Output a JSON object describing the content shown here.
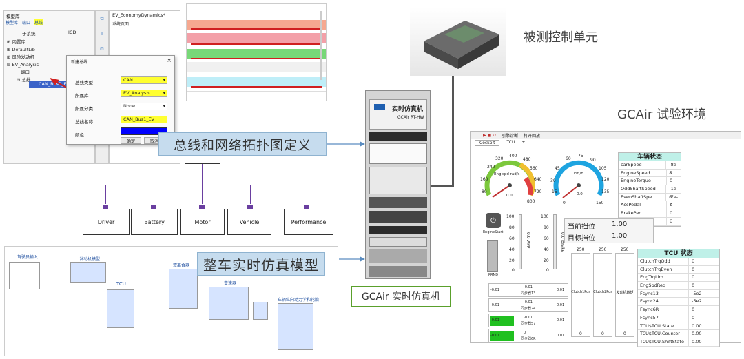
{
  "model_tree": {
    "title": "模型库",
    "tabs": [
      "模型库",
      "端口",
      "总线"
    ],
    "columns": [
      "子系统",
      "ICD"
    ],
    "items": [
      "内置库",
      "DefaultLib",
      "风险发动机",
      "EV_Analysis",
      "端口",
      "总线",
      "CAN_Bus1_EV"
    ]
  },
  "doc_tab": {
    "title": "EV_EconomyDynamics*",
    "subtitle": "系统页面"
  },
  "dialog": {
    "title": "新建总线",
    "fields": [
      {
        "label": "总线类型",
        "value": "CAN"
      },
      {
        "label": "所属库",
        "value": "EV_Analysis"
      },
      {
        "label": "所属分类",
        "value": "None"
      },
      {
        "label": "总线名称",
        "value": "CAN_Bus1_EV"
      },
      {
        "label": "颜色",
        "value": ""
      }
    ],
    "ok": "确定",
    "cancel": "取消"
  },
  "captions": {
    "topology": "总线和网络拓扑图定义",
    "model": "整车实时仿真模型",
    "gcair_machine": "GCAir 实时仿真机",
    "ecu": "被测控制单元",
    "env": "GCAir 试验环境"
  },
  "topology_nodes": [
    "Driver",
    "Battery",
    "Motor",
    "Vehicle",
    "Performance"
  ],
  "rack": {
    "brand": "实时仿真机",
    "model": "GCAir RT-HW"
  },
  "sim_model": {
    "blocks": [
      "驾驶员输入",
      "发动机模型",
      "TCU",
      "双离合器",
      "变速器",
      "车辆纵向动力学和轮胎"
    ]
  },
  "cockpit": {
    "tabs": [
      "Cockpit",
      "TCU"
    ],
    "toolbar": [
      "引擎诊断",
      "打开回放"
    ],
    "gauge1": {
      "label": "Englspd rad/s",
      "ticks": [
        "80",
        "160",
        "240",
        "320",
        "400",
        "480",
        "560",
        "640",
        "720",
        "800"
      ],
      "value": "0.0"
    },
    "gauge2": {
      "label": "km/h",
      "ticks": [
        "0",
        "15",
        "30",
        "45",
        "60",
        "75",
        "90",
        "105",
        "120",
        "135",
        "150"
      ],
      "value": "-0.0"
    },
    "vehicle_state": {
      "title": "车辆状态",
      "rows": [
        [
          "carSpeed",
          "-8e-8"
        ],
        [
          "EngineSpeed",
          "0"
        ],
        [
          "EngineTorque",
          "0"
        ],
        [
          "OddShaftSpeed",
          "-1e-6"
        ],
        [
          "EvenShaftSpe...",
          "-7e-7"
        ],
        [
          "AccPedal",
          "0"
        ],
        [
          "BrakePed",
          "0"
        ],
        [
          "PRNDout",
          "0"
        ]
      ]
    },
    "gear": {
      "current_label": "当前挡位",
      "current": "1.00",
      "target_label": "目标挡位",
      "target": "1.00"
    },
    "tcu_state": {
      "title": "TCU 状态",
      "rows": [
        [
          "ClutchTrqOdd",
          "0"
        ],
        [
          "ClutchTrqEven",
          "0"
        ],
        [
          "EngTrqLim",
          "0"
        ],
        [
          "EngSpdReq",
          "0"
        ],
        [
          "Fsync13",
          "-5e2"
        ],
        [
          "Fsync24",
          "-5e2"
        ],
        [
          "Fsync6R",
          "0"
        ],
        [
          "Fsync57",
          "0"
        ],
        [
          "TCU$TCU.State",
          "0.00"
        ],
        [
          "TCU$TCU.Counter",
          "0.00"
        ],
        [
          "TCU$TCU.ShiftState",
          "0.00"
        ]
      ]
    },
    "engine_start": "EngineStart",
    "prnd": "PRND",
    "sliders": {
      "ticks": [
        "100",
        "80",
        "60",
        "40",
        "20",
        "0"
      ],
      "labels": [
        "APP",
        "Brake"
      ],
      "values": [
        "0.0",
        "0.0"
      ]
    },
    "sync_rows": [
      {
        "left": "-0.01",
        "mid": "-0.01",
        "name": "同步器13",
        "right": "0.01"
      },
      {
        "left": "-0.01",
        "mid": "-0.01",
        "name": "同步器24",
        "right": "0.01"
      },
      {
        "left": "-0.01",
        "mid": "-0.01",
        "name": "同步器57",
        "right": "0.01"
      },
      {
        "left": "-0.01",
        "mid": "0",
        "name": "同步器6R",
        "right": "0.01"
      }
    ],
    "bar_gauges": [
      {
        "top": "250",
        "label": "Clutch1Pos",
        "bottom": "0"
      },
      {
        "top": "250",
        "label": "Clutch2Pos",
        "bottom": "0"
      },
      {
        "top": "250",
        "label": "发动机转矩",
        "bottom": "0"
      }
    ]
  },
  "colors": {
    "accent_red": "#e04040",
    "accent_green": "#70d070",
    "accent_cyan": "#bff0ff",
    "gauge_blue": "#1ea4e0",
    "bar_blue": "#0000ff"
  }
}
